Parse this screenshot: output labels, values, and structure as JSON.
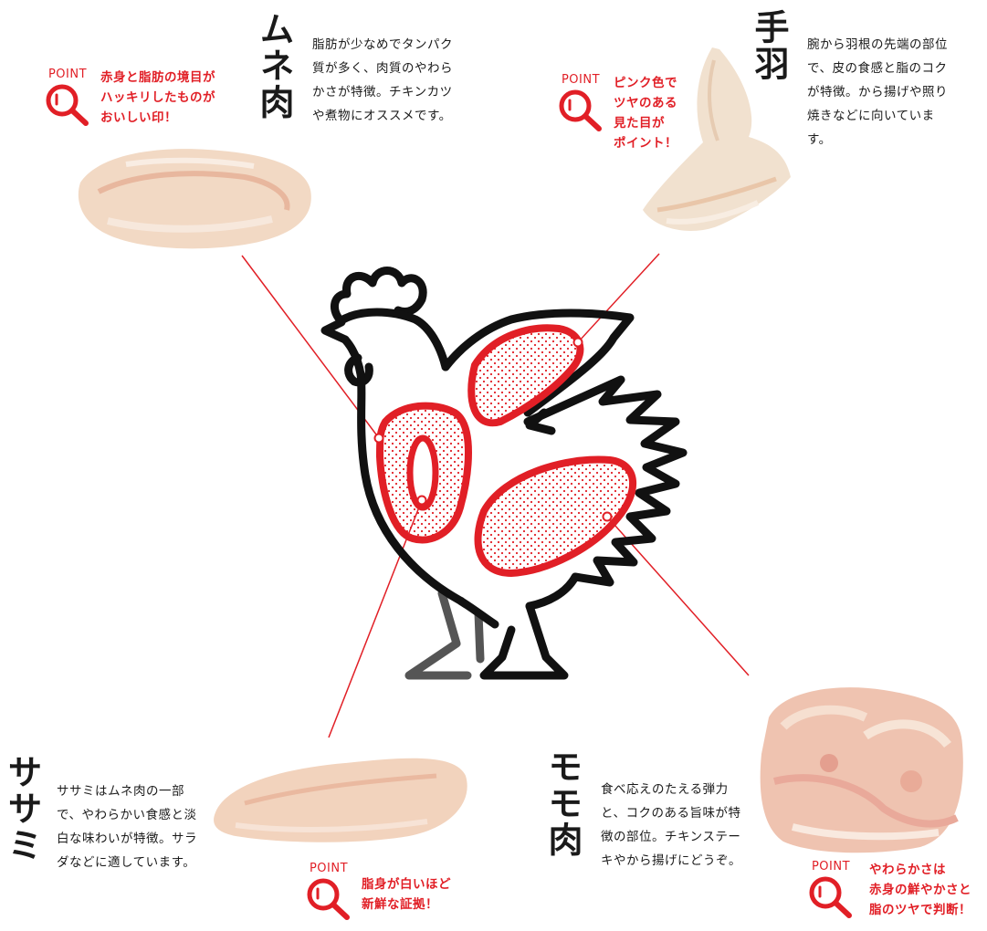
{
  "parts": {
    "mune": {
      "title": "ムネ肉",
      "description": "脂肪が少なめでタンパク質が多く、肉質のやわらかさが特徴。チキンカツや煮物にオススメです。",
      "point_label": "POINT",
      "point_text_lines": [
        "赤身と脂肪の境目が",
        "ハッキリしたものが",
        "おいしい印！"
      ]
    },
    "tebane": {
      "title": "手羽",
      "description": "腕から羽根の先端の部位で、皮の食感と脂のコクが特徴。から揚げや照り焼きなどに向いています。",
      "point_label": "POINT",
      "point_text_lines": [
        "ピンク色で",
        "ツヤのある",
        "見た目が",
        "ポイント！"
      ]
    },
    "sasami": {
      "title": "ササミ",
      "description": "ササミはムネ肉の一部で、やわらかい食感と淡白な味わいが特徴。サラダなどに適しています。",
      "point_label": "POINT",
      "point_text_lines": [
        "脂身が白いほど",
        "新鮮な証拠！"
      ]
    },
    "momo": {
      "title": "モモ肉",
      "description": "食べ応えのたえる弾力と、コクのある旨味が特徴の部位。チキンステーキやから揚げにどうぞ。",
      "point_label": "POINT",
      "point_text_lines": [
        "やわらかさは",
        "赤身の鮮やかさと",
        "脂のツヤで判断！"
      ]
    }
  },
  "colors": {
    "accent": "#e11f26",
    "outline": "#111111",
    "legs": "#555555",
    "meat_light": "#f4e3d3",
    "meat_pink": "#efc7b8"
  },
  "icons": [
    "magnifier-icon"
  ]
}
